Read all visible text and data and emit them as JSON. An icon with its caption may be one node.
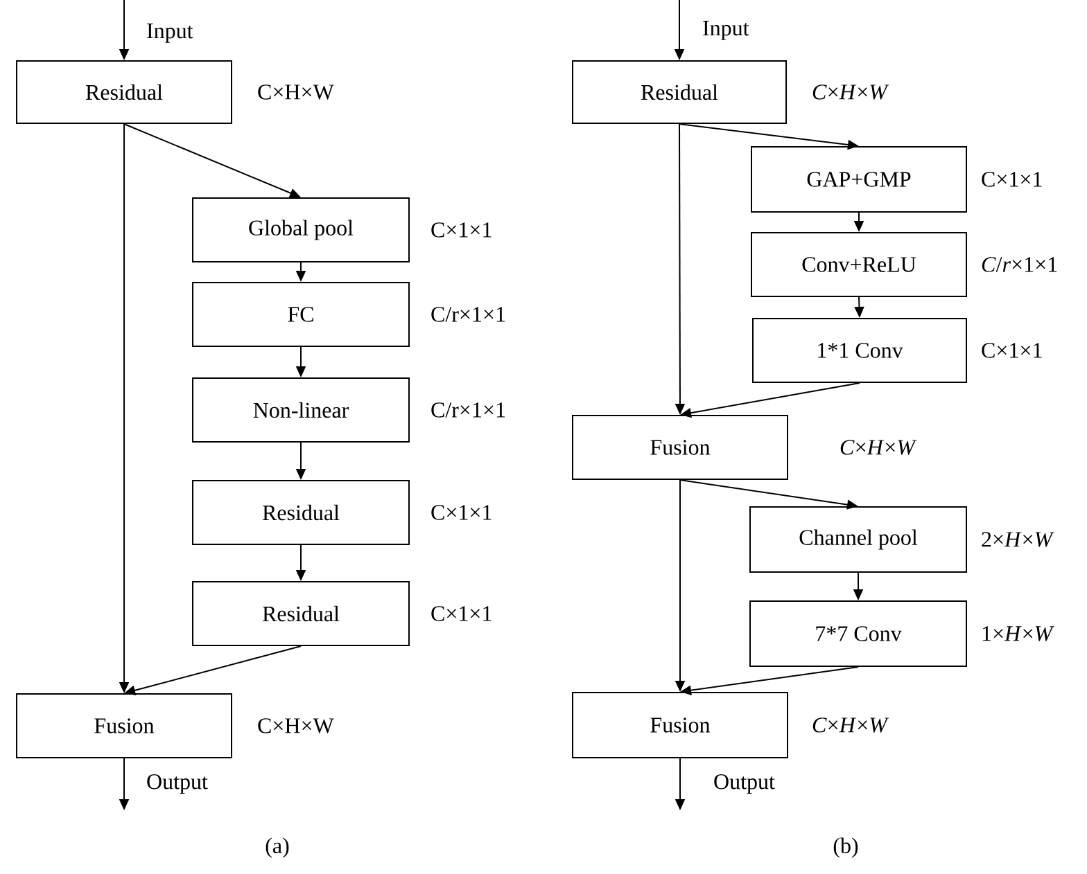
{
  "diagram": {
    "nodes": [
      {
        "text": [
          "Residual"
        ],
        "beside": [
          "C×H×W"
        ]
      },
      {
        "text": [
          "Global pool"
        ],
        "beside": [
          "C×1×1"
        ]
      },
      {
        "text": [
          "FC"
        ],
        "beside": [
          "C/r×1×1"
        ]
      },
      {
        "text": [
          "Non-linear"
        ],
        "beside": [
          "C/r×1×1"
        ]
      },
      {
        "text": [
          "Residual"
        ],
        "beside": [
          "C×1×1"
        ]
      },
      {
        "text": [
          "Residual"
        ],
        "beside": [
          "C×1×1"
        ]
      },
      {
        "text": [
          "Fusion"
        ],
        "beside": [
          "C×H×W"
        ]
      },
      {
        "text": [
          "Residual"
        ],
        "beside": [
          "*C*×*H*×*W*"
        ]
      },
      {
        "text": [
          "GAP+GMP"
        ],
        "beside": [
          "C×1×1"
        ]
      },
      {
        "text": [
          "Conv+ReLU"
        ],
        "beside": [
          "*C*/*r*×1×1"
        ]
      },
      {
        "text": [
          "1*1 Conv"
        ],
        "beside": [
          "C×1×1"
        ]
      },
      {
        "text": [
          "Fusion"
        ],
        "beside": [
          "*C*×*H*×*W*"
        ]
      },
      {
        "text": [
          "Channel pool"
        ],
        "beside": [
          "2×*H*×*W*"
        ]
      },
      {
        "text": [
          "7*7 Conv"
        ],
        "beside": [
          "1×*H*×*W*"
        ]
      },
      {
        "text": [
          "Fusion"
        ],
        "beside": [
          "*C*×*H*×*W*"
        ]
      }
    ],
    "edges": [
      {
        "from": null,
        "to": 0,
        "arrow": "to",
        "label": "Input"
      },
      {
        "from": 0,
        "to": 1,
        "arrow": "to"
      },
      {
        "from": 1,
        "to": 2,
        "arrow": "to"
      },
      {
        "from": 2,
        "to": 3,
        "arrow": "to"
      },
      {
        "from": 3,
        "to": 4,
        "arrow": "to"
      },
      {
        "from": 4,
        "to": 5,
        "arrow": "to"
      },
      {
        "from": 0,
        "to": 6,
        "arrow": "to"
      },
      {
        "from": 5,
        "to": 6,
        "arrow": "to"
      },
      {
        "from": 6,
        "to": null,
        "arrow": "to",
        "label": "Output"
      },
      {
        "from": null,
        "to": 7,
        "arrow": "to",
        "label": "Input"
      },
      {
        "from": 7,
        "to": 8,
        "arrow": "to"
      },
      {
        "from": 8,
        "to": 9,
        "arrow": "to"
      },
      {
        "from": 9,
        "to": 10,
        "arrow": "to"
      },
      {
        "from": 7,
        "to": 11,
        "arrow": "to"
      },
      {
        "from": 10,
        "to": 11,
        "arrow": "to"
      },
      {
        "from": 11,
        "to": 12,
        "arrow": "to"
      },
      {
        "from": 12,
        "to": 13,
        "arrow": "to"
      },
      {
        "from": 11,
        "to": 14,
        "arrow": "to"
      },
      {
        "from": 13,
        "to": 14,
        "arrow": "to"
      },
      {
        "from": 14,
        "to": null,
        "arrow": "to",
        "label": "Output"
      }
    ],
    "labels": [
      "(a)",
      "(b)"
    ]
  }
}
